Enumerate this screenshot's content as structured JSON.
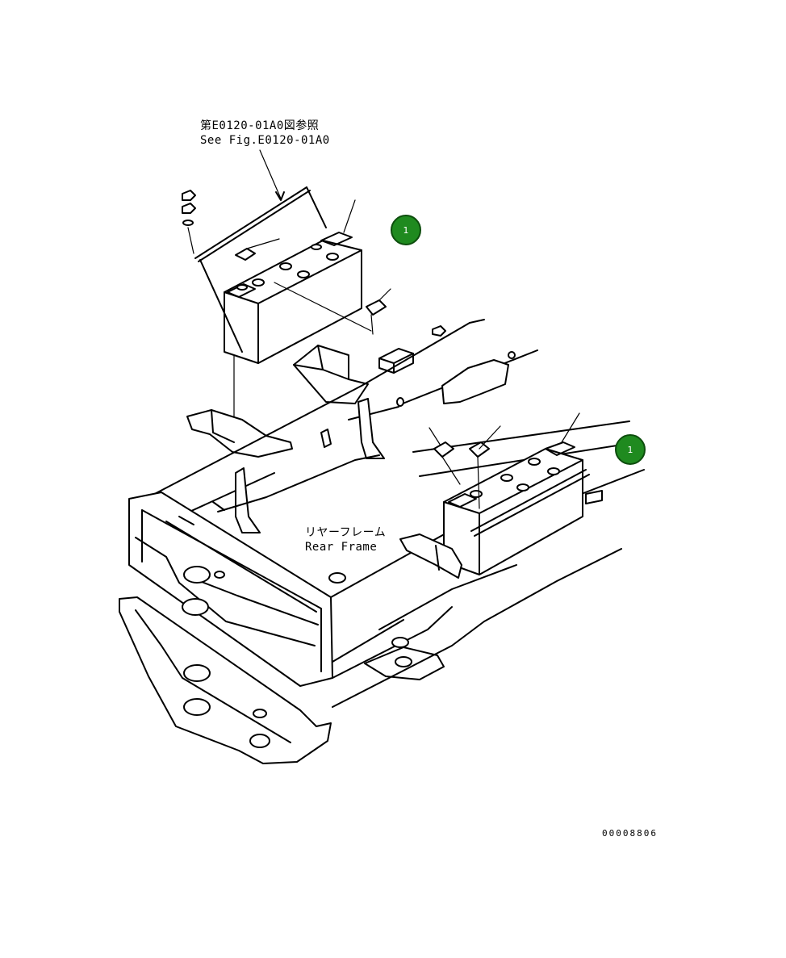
{
  "reference_note": {
    "japanese": "第E0120-01A0図参照",
    "english": "See Fig.E0120-01A0"
  },
  "frame_label": {
    "japanese": "リヤーフレーム",
    "english": "Rear Frame"
  },
  "callouts": [
    {
      "label": "1",
      "color": "#1f8a1f"
    },
    {
      "label": "1",
      "color": "#1f8a1f"
    }
  ],
  "document_number": "00008806"
}
